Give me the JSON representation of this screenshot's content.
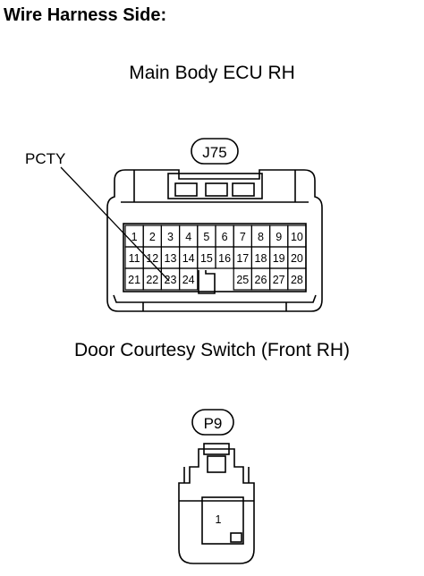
{
  "heading": "Wire Harness Side:",
  "ecu": {
    "title": "Main Body ECU RH",
    "connector_id": "J75",
    "callout": "PCTY",
    "pins_row1": [
      "1",
      "2",
      "3",
      "4",
      "5",
      "6",
      "7",
      "8",
      "9",
      "10"
    ],
    "pins_row2": [
      "11",
      "12",
      "13",
      "14",
      "15",
      "16",
      "17",
      "18",
      "19",
      "20"
    ],
    "pins_row3_left": [
      "21",
      "22",
      "23",
      "24"
    ],
    "pins_row3_right": [
      "25",
      "26",
      "27",
      "28"
    ]
  },
  "switch": {
    "title": "Door Courtesy Switch (Front RH)",
    "connector_id": "P9",
    "pin": "1"
  }
}
